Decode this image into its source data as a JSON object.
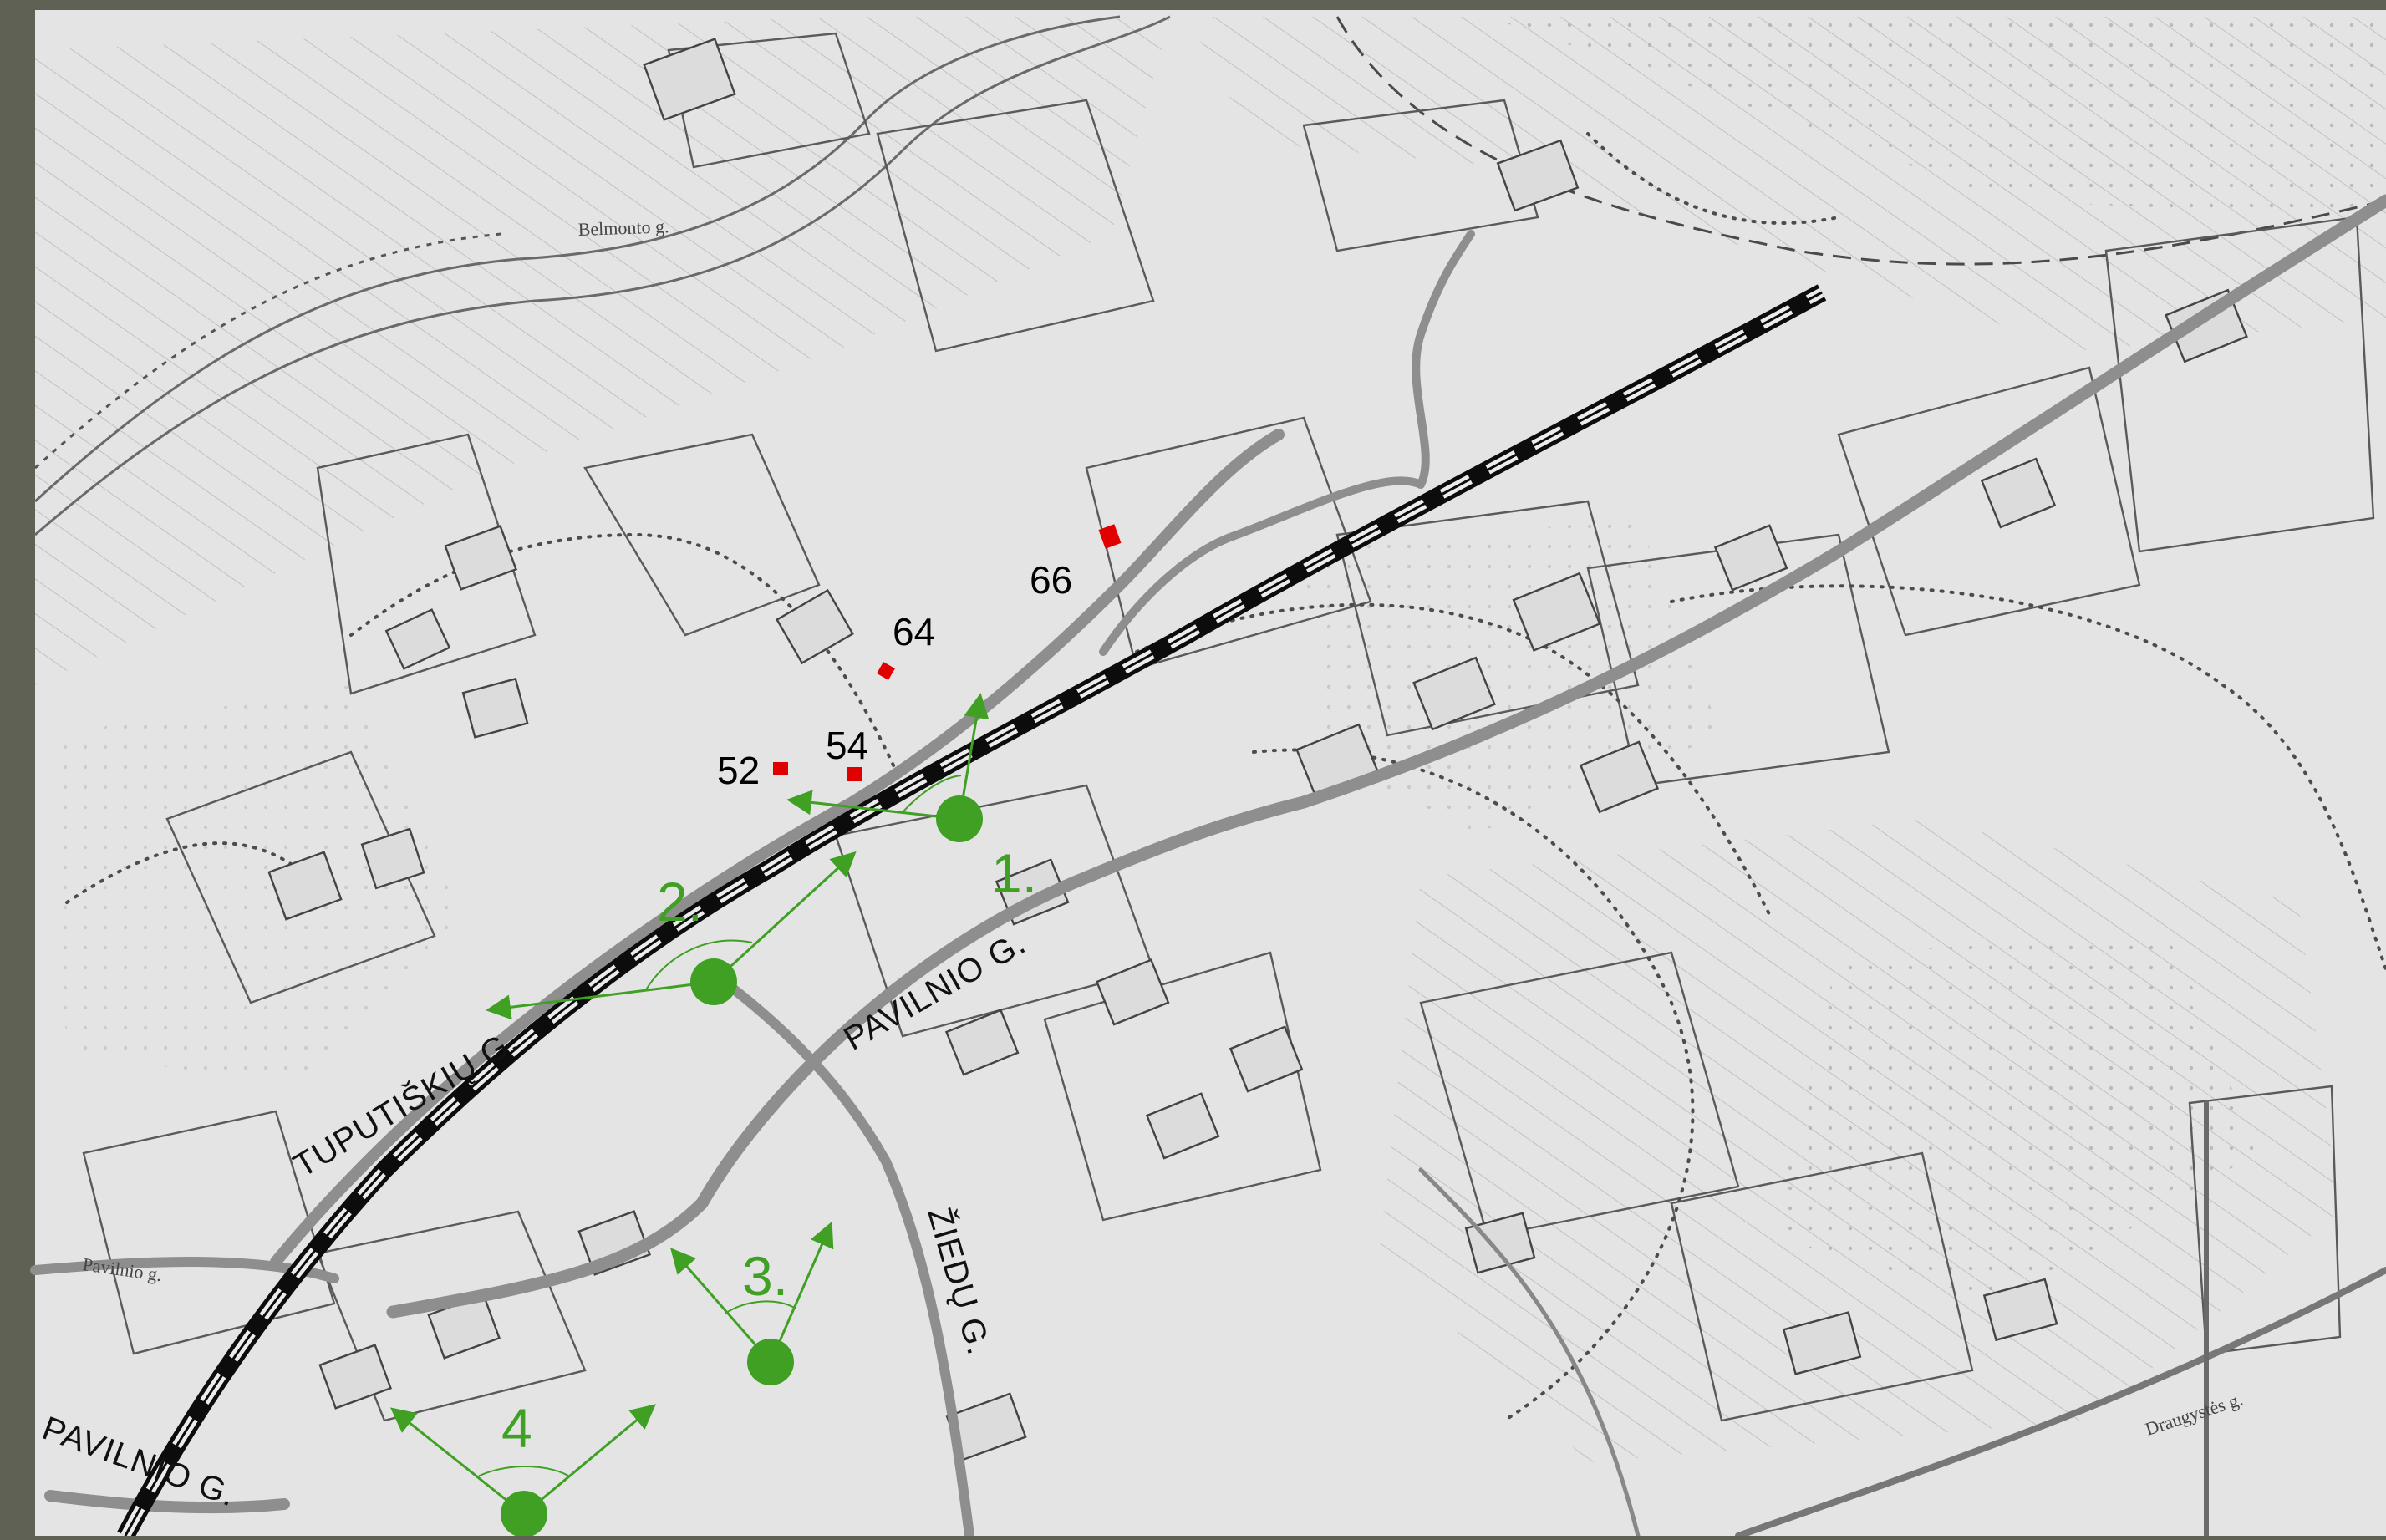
{
  "colors": {
    "frame": "#5e6153",
    "paper": "#e4e4e4",
    "road": "#8e8e8e",
    "rail_dark": "#0c0c0c",
    "rail_light": "#ececec",
    "viewpoint": "#3fa024",
    "building_marker": "#e00000"
  },
  "streets": {
    "tuputiskiu": "TUPUTIŠKIŲ G.",
    "pavilnio_main": "PAVILNIO G.",
    "pavilnio_lower": "PAVILNIO G.",
    "ziedu": "ŽIEDŲ G.",
    "belmonto_small": "Belmonto g.",
    "pavilnio_small": "Pavilnio g.",
    "draugystes_small": "Draugystės g."
  },
  "buildings": [
    {
      "label": "52",
      "marker_color": "#e00000"
    },
    {
      "label": "54",
      "marker_color": "#e00000"
    },
    {
      "label": "64",
      "marker_color": "#e00000"
    },
    {
      "label": "66",
      "marker_color": "#e00000"
    }
  ],
  "viewpoints": [
    {
      "label": "1."
    },
    {
      "label": "2."
    },
    {
      "label": "3."
    },
    {
      "label": "4"
    }
  ]
}
